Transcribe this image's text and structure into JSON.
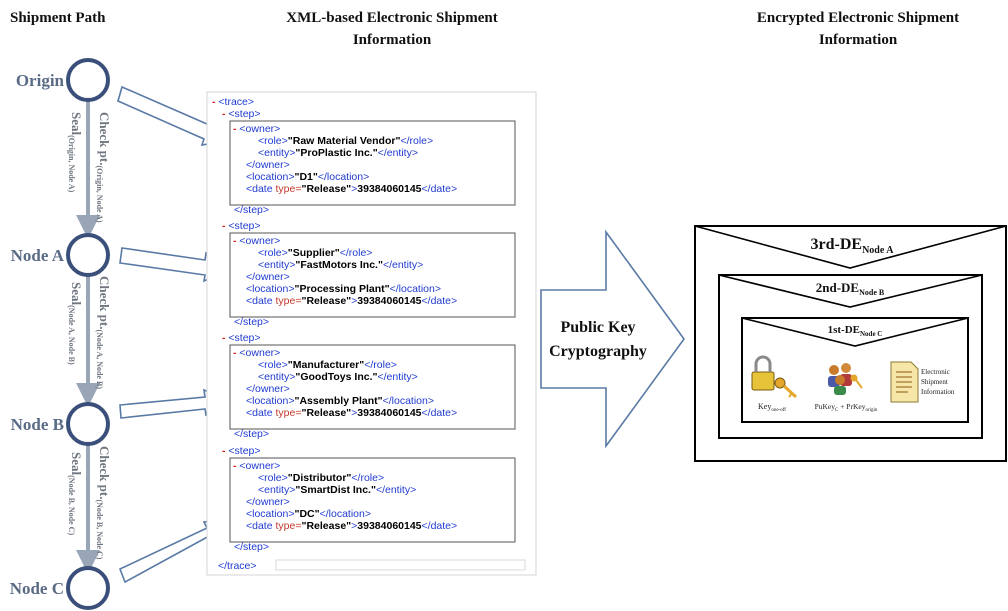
{
  "headers": {
    "shipment_path": "Shipment Path",
    "xml_info_line1": "XML-based Electronic Shipment",
    "xml_info_line2": "Information",
    "encrypted_line1": "Encrypted Electronic Shipment",
    "encrypted_line2": "Information"
  },
  "nodes": [
    "Origin",
    "Node A",
    "Node B",
    "Node C"
  ],
  "seal_labels": [
    {
      "main": "Seal",
      "sub": "(Origin, Node A)"
    },
    {
      "main": "Seal",
      "sub": "(Node A, Node B)"
    },
    {
      "main": "Seal",
      "sub": "(Node B, Node C)"
    }
  ],
  "check_labels": [
    {
      "main": "Check pt.",
      "sub": "(Origin, Node A)"
    },
    {
      "main": "Check pt.",
      "sub": "(Node A, Node B)"
    },
    {
      "main": "Check pt.",
      "sub": "(Node B, Node C)"
    }
  ],
  "xml": {
    "root_open": "<trace>",
    "root_close": "</trace>",
    "step_open": "<step>",
    "step_close": "</step>",
    "steps": [
      {
        "role": "Raw Material Vendor",
        "entity": "ProPlastic Inc.",
        "location": "D1",
        "date_type": "Release",
        "date": "39384060145"
      },
      {
        "role": "Supplier",
        "entity": "FastMotors Inc.",
        "location": "Processing Plant",
        "date_type": "Release",
        "date": "39384060145"
      },
      {
        "role": "Manufacturer",
        "entity": "GoodToys Inc.",
        "location": "Assembly Plant",
        "date_type": "Release",
        "date": "39384060145"
      },
      {
        "role": "Distributor",
        "entity": "SmartDist Inc.",
        "location": "DC",
        "date_type": "Release",
        "date": "39384060145"
      }
    ]
  },
  "public_key": {
    "line1": "Public Key",
    "line2": "Cryptography"
  },
  "envelopes": [
    {
      "main": "3rd-DE",
      "sub": "Node A"
    },
    {
      "main": "2nd-DE",
      "sub": "Node B"
    },
    {
      "main": "1st-DE",
      "sub": "Node C"
    }
  ],
  "inner_items": {
    "key_main": "Key",
    "key_sub": "one-off",
    "pukey_main": "PuKey",
    "pukey_sub": "C",
    "prkey_main": " + PrKey",
    "prkey_sub": "origin",
    "doc_line1": "Electronic",
    "doc_line2": "Shipment",
    "doc_line3": "Information"
  },
  "colors": {
    "node_stroke": "#3a4f7a",
    "path_arrow": "#98a6b8",
    "block_arrow_stroke": "#5a7aa6",
    "xml_tag": "#1f3bd1",
    "xml_bracket": "#8b2252"
  }
}
